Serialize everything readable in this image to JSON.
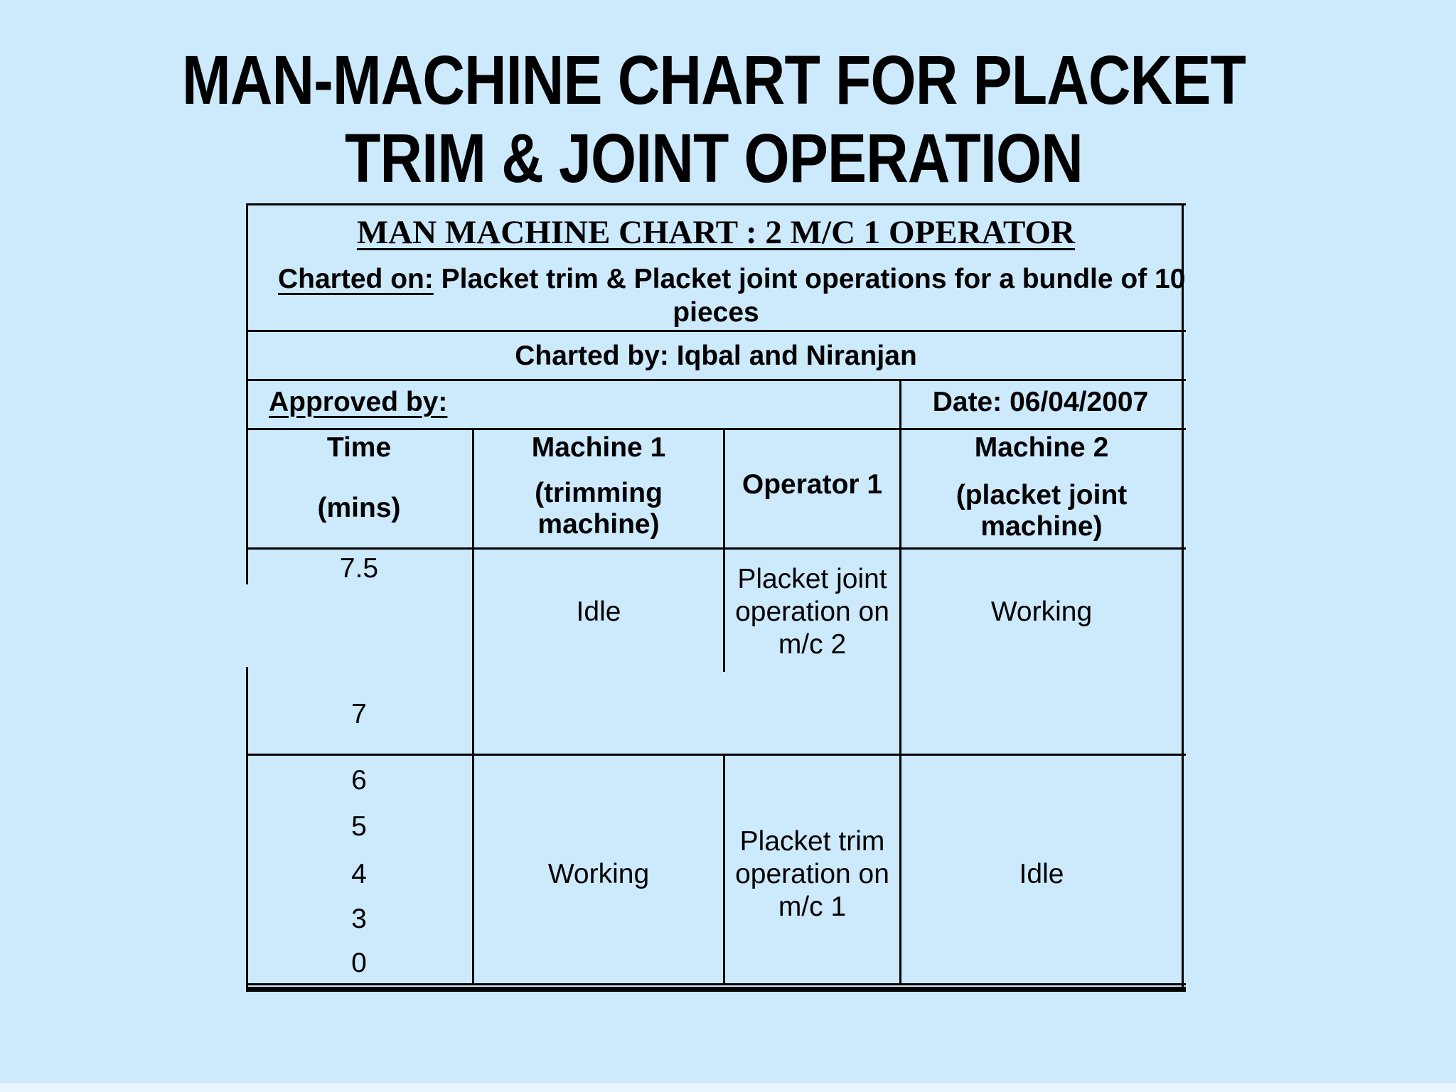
{
  "slide": {
    "background_color": "#cde9fc",
    "line_color": "#000000",
    "title_lines": [
      "MAN-MACHINE CHART FOR PLACKET",
      "TRIM & JOINT OPERATION"
    ]
  },
  "table": {
    "heading": "MAN MACHINE CHART : 2 M/C 1 OPERATOR",
    "charted_on": {
      "label": "Charted on:",
      "text": " Placket trim & Placket joint operations for a bundle of 10",
      "text_line2": "pieces"
    },
    "charted_by": "Charted by: Iqbal and Niranjan",
    "approved_by_label": "Approved by:",
    "date": "Date: 06/04/2007",
    "columns": {
      "time": {
        "title": "Time",
        "sub": "(mins)"
      },
      "machine1": {
        "title": "Machine 1",
        "sub": [
          "(trimming",
          "machine)"
        ]
      },
      "operator1": {
        "title": "Operator 1"
      },
      "machine2": {
        "title": "Machine 2",
        "sub": [
          "(placket joint",
          "machine)"
        ]
      }
    },
    "rows": [
      {
        "time_start": "7.5",
        "time_end": "7",
        "machine1": "Idle",
        "operator": [
          "Placket joint",
          "operation on",
          "m/c 2"
        ],
        "machine2": "Working"
      },
      {
        "time_marks": [
          "6",
          "5",
          "4",
          "3",
          "0"
        ],
        "machine1": "Working",
        "operator": [
          "Placket trim",
          "operation on",
          "m/c 1"
        ],
        "machine2": "Idle"
      }
    ]
  }
}
